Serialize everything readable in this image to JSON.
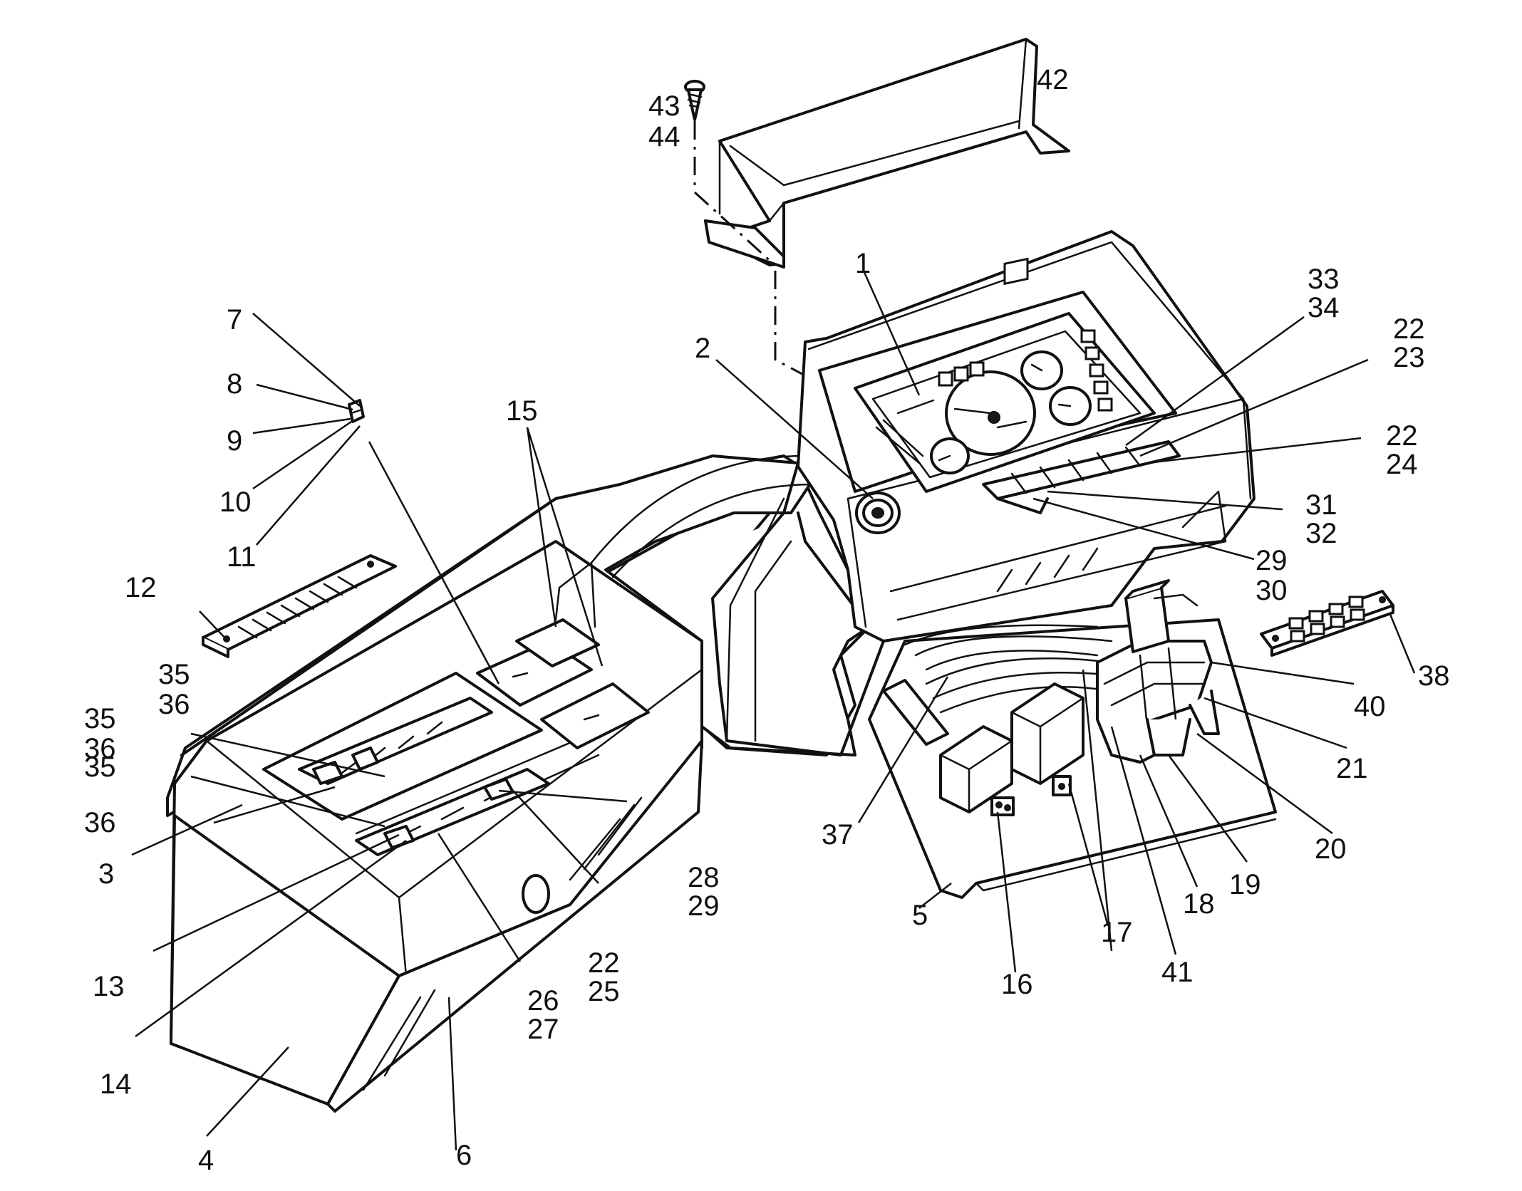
{
  "callouts": [
    {
      "id": "c1",
      "lines": [
        "1"
      ]
    },
    {
      "id": "c2",
      "lines": [
        "2"
      ]
    },
    {
      "id": "c3",
      "lines": [
        "3"
      ]
    },
    {
      "id": "c4",
      "lines": [
        "4"
      ]
    },
    {
      "id": "c5",
      "lines": [
        "5"
      ]
    },
    {
      "id": "c6",
      "lines": [
        "6"
      ]
    },
    {
      "id": "c7",
      "lines": [
        "7"
      ]
    },
    {
      "id": "c8",
      "lines": [
        "8"
      ]
    },
    {
      "id": "c9",
      "lines": [
        "9"
      ]
    },
    {
      "id": "c10",
      "lines": [
        "10"
      ]
    },
    {
      "id": "c11",
      "lines": [
        "11"
      ]
    },
    {
      "id": "c12",
      "lines": [
        "12"
      ]
    },
    {
      "id": "c13",
      "lines": [
        "13"
      ]
    },
    {
      "id": "c14",
      "lines": [
        "14"
      ]
    },
    {
      "id": "c15",
      "lines": [
        "15"
      ]
    },
    {
      "id": "c16",
      "lines": [
        "16"
      ]
    },
    {
      "id": "c17",
      "lines": [
        "17"
      ]
    },
    {
      "id": "c18",
      "lines": [
        "18"
      ]
    },
    {
      "id": "c19",
      "lines": [
        "19"
      ]
    },
    {
      "id": "c20",
      "lines": [
        "20"
      ]
    },
    {
      "id": "c21",
      "lines": [
        "21"
      ]
    },
    {
      "id": "c22_23",
      "lines": [
        "22",
        "23"
      ]
    },
    {
      "id": "c22_24",
      "lines": [
        "22",
        "24"
      ]
    },
    {
      "id": "c22_25",
      "lines": [
        "22",
        "25"
      ]
    },
    {
      "id": "c26_27",
      "lines": [
        "26",
        "27"
      ]
    },
    {
      "id": "c28_29",
      "lines": [
        "28",
        "29"
      ]
    },
    {
      "id": "c29_30",
      "lines": [
        "29",
        "30"
      ]
    },
    {
      "id": "c31_32",
      "lines": [
        "31",
        "32"
      ]
    },
    {
      "id": "c33_34",
      "lines": [
        "33",
        "34"
      ]
    },
    {
      "id": "c35_36_a",
      "lines": [
        "35",
        "36"
      ]
    },
    {
      "id": "c35_36_b",
      "lines": [
        "35",
        "36"
      ]
    },
    {
      "id": "c35_36_c",
      "lines": [
        "35",
        "36"
      ]
    },
    {
      "id": "c37",
      "lines": [
        "37"
      ]
    },
    {
      "id": "c38",
      "lines": [
        "38"
      ]
    },
    {
      "id": "c40",
      "lines": [
        "40"
      ]
    },
    {
      "id": "c41",
      "lines": [
        "41"
      ]
    },
    {
      "id": "c42",
      "lines": [
        "42"
      ]
    },
    {
      "id": "c43_44",
      "lines": [
        "43",
        "44"
      ]
    }
  ]
}
